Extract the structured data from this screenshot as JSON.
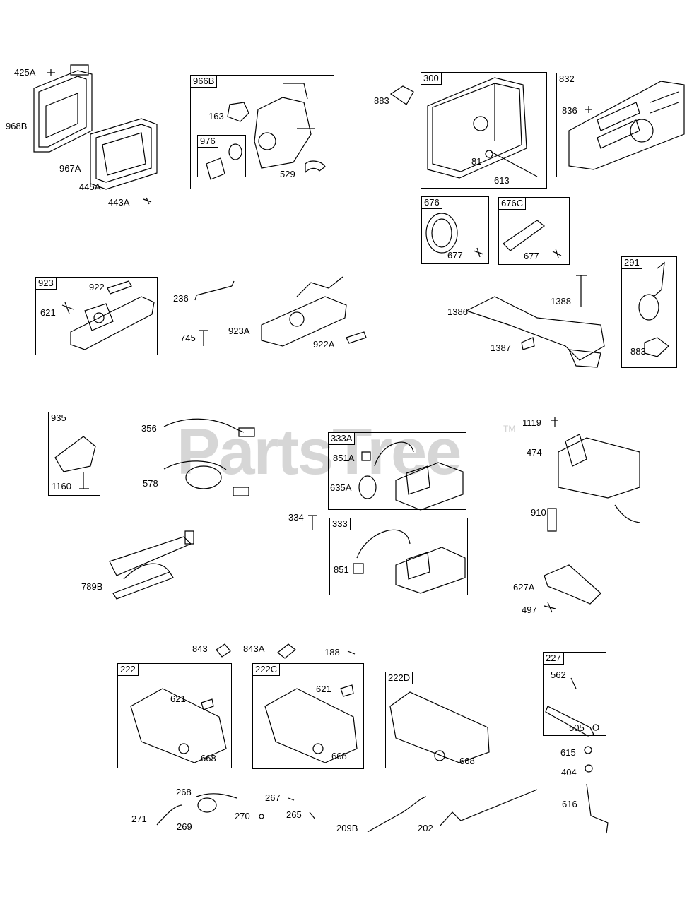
{
  "watermark": {
    "text": "PartsTree",
    "tm": "TM"
  },
  "boxes": {
    "b966B": "966B",
    "b976": "976",
    "b300": "300",
    "b832": "832",
    "b676": "676",
    "b676C": "676C",
    "b923": "923",
    "b291": "291",
    "b935": "935",
    "b333A": "333A",
    "b333": "333",
    "b222": "222",
    "b222C": "222C",
    "b222D": "222D",
    "b227": "227"
  },
  "labels": {
    "l425A": "425A",
    "l968B": "968B",
    "l967A": "967A",
    "l445A": "445A",
    "l443A": "443A",
    "l163": "163",
    "l529": "529",
    "l883a": "883",
    "l81": "81",
    "l613": "613",
    "l836": "836",
    "l677a": "677",
    "l677b": "677",
    "l922": "922",
    "l621a": "621",
    "l236": "236",
    "l745": "745",
    "l923A": "923A",
    "l922A": "922A",
    "l1386": "1386",
    "l1388": "1388",
    "l1387": "1387",
    "l883b": "883",
    "l1160": "1160",
    "l356": "356",
    "l578": "578",
    "l851A": "851A",
    "l635A": "635A",
    "l334": "334",
    "l851": "851",
    "l1119": "1119",
    "l474": "474",
    "l910": "910",
    "l789B": "789B",
    "l627A": "627A",
    "l497": "497",
    "l843": "843",
    "l843A": "843A",
    "l188": "188",
    "l621b": "621",
    "l668a": "668",
    "l621c": "621",
    "l668b": "668",
    "l668c": "668",
    "l562": "562",
    "l505": "505",
    "l615": "615",
    "l404": "404",
    "l616": "616",
    "l268": "268",
    "l271": "271",
    "l269": "269",
    "l270": "270",
    "l267": "267",
    "l265": "265",
    "l209B": "209B",
    "l202": "202"
  }
}
